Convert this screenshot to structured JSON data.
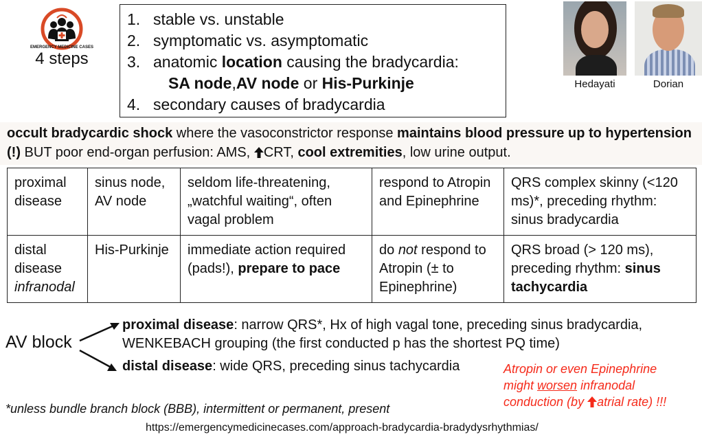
{
  "logo": {
    "text": "EMERGENCY MEDICINE CASES"
  },
  "steps_label": "4 steps",
  "steps": [
    {
      "num": "1.",
      "text": "stable vs. unstable"
    },
    {
      "num": "2.",
      "text": "symptomatic vs. asymptomatic"
    },
    {
      "num": "3.",
      "pre": "anatomic ",
      "bold": "location",
      "post": " causing the bradycardia:"
    },
    {
      "num": "",
      "b1": "SA node",
      ",": ", ",
      "b2": "AV node",
      "or": " or ",
      "b3": "His-Purkinje"
    },
    {
      "num": "4.",
      "text": "secondary causes of bradycardia"
    }
  ],
  "people": [
    {
      "name": "Hedayati"
    },
    {
      "name": "Dorian"
    }
  ],
  "shock": {
    "b1": "occult bradycardic shock",
    "t1": " where the vasoconstrictor response ",
    "b2": "maintains blood pressure up to hypertension (!)",
    "t2": " BUT poor end-organ perfusion: AMS, ",
    "t3": "CRT, ",
    "b3": "cool extremities",
    "t4": ", low urine output."
  },
  "table": {
    "row1": {
      "c1": "proximal disease",
      "c2": "sinus node, AV node",
      "c3": "seldom life-threatening, „watchful waiting“, often vagal problem",
      "c4": "respond to Atropin and Epinephrine",
      "c5": "QRS complex skinny (<120 ms)*, preceding rhythm: sinus bradycardia"
    },
    "row2": {
      "c1": "distal disease",
      "c1i": "infranodal",
      "c2": "His-Purkinje",
      "c3": "immediate action required (pads!), ",
      "c3b": "prepare to pace",
      "c4a": "do ",
      "c4i": "not",
      "c4b": " respond to Atropin (± to Epinephrine)",
      "c5": "QRS broad (> 120 ms), preceding rhythm: ",
      "c5b": "sinus tachycardia"
    }
  },
  "av": {
    "label": "AV block",
    "prox_b": "proximal disease",
    "prox_t": ": narrow QRS*, Hx of high vagal tone, preceding sinus bradycardia, WENKEBACH grouping (the first conducted p has the shortest PQ time)",
    "dist_b": "distal disease",
    "dist_t": ": wide QRS, preceding sinus tachycardia"
  },
  "warning": {
    "l1": "Atropin or even Epinephrine",
    "l2a": "might ",
    "l2u": "worsen",
    "l2b": " infranodal",
    "l3a": "conduction (by ",
    "l3b": "atrial rate) !!!"
  },
  "footnote": "*unless bundle branch block (BBB), intermittent or permanent, present",
  "url": "https://emergencymedicinecases.com/approach-bradycardia-bradydysrhythmias/",
  "colors": {
    "red": "#f52a1a",
    "logo": "#d94a26"
  }
}
